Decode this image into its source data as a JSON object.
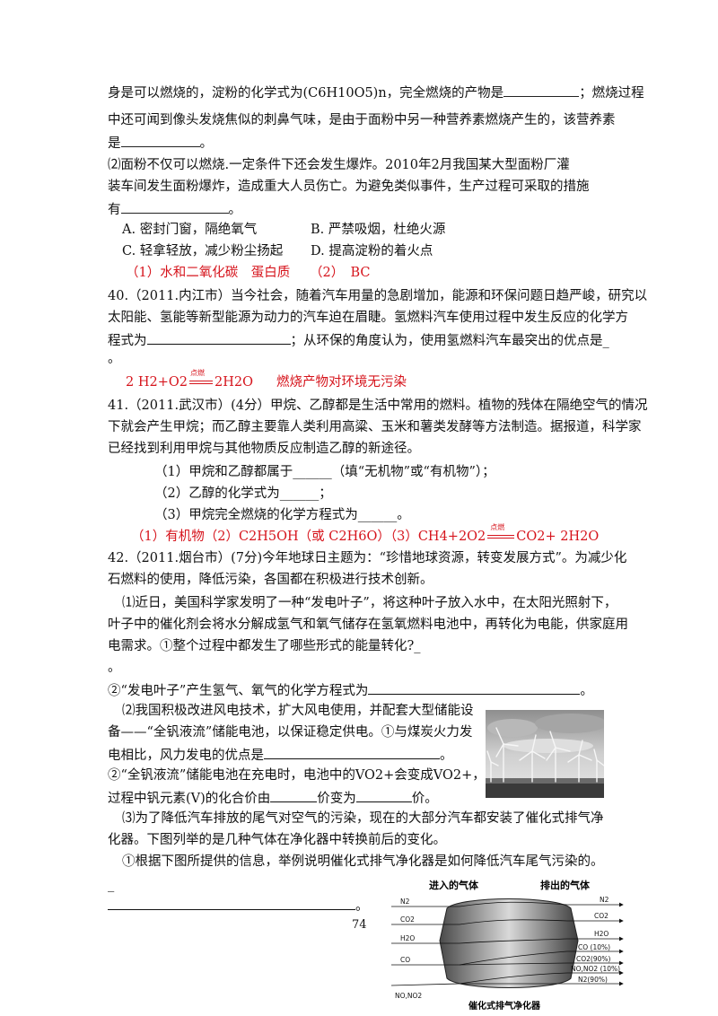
{
  "lines": {
    "l1": "身是可以燃烧的，淀粉的化学式为(C6H10O5)n，完全燃烧的产物是",
    "l1b": "；燃烧过程",
    "l2": "中还可闻到像头发烧焦似的刺鼻气味，是由于面粉中另一种营养素燃烧产生的，该营养素",
    "l3": "是",
    "l3b": "。",
    "l4": "⑵面粉不仅可以燃烧.一定条件下还会发生爆炸。2010年2月我国某大型面粉厂灌",
    "l5": "装车间发生面粉爆炸，造成重大人员伤亡。为避免类似事件，生产过程可采取的措施",
    "l6": "有",
    "l6b": "。",
    "optA": "A. 密封门窗，隔绝氧气",
    "optB": "B. 严禁吸烟，杜绝火源",
    "optC": "C. 轻拿轻放，减少粉尘扬起",
    "optD": "D. 提高淀粉的着火点",
    "ans39": "（1）水和二氧化碳　蛋白质　　（2）　BC",
    "q40a": "40.（2011.内江市）当今社会，随着汽车用量的急剧增加，能源和环保问题日趋严峻，研究以",
    "q40b": "太阳能、氢能等新型能源为动力的汽车迫在眉睫。氢燃料汽车使用过程中发生反应的化学方",
    "q40c": "程式为",
    "q40cb": "；从环保的角度认为，使用氢燃料汽车最突出的优点是_",
    "q40d": "。",
    "ans40a": "2 H2+O2",
    "ans40cond": "点燃",
    "ans40b": "2H2O",
    "ans40c": "燃烧产物对环境无污染",
    "q41a": "41.（2011.武汉市）(4分）甲烷、乙醇都是生活中常用的燃料。植物的残体在隔绝空气的情况",
    "q41b": "下就会产生甲烷；而乙醇主要靠人类利用高粱、玉米和薯类发酵等方法制造。据报道，科学家",
    "q41c": "已经找到利用甲烷与其他物质反应制造乙醇的新途径。",
    "q41s1": "（1）甲烷和乙醇都属于______（填“无机物”或“有机物”）；",
    "q41s2": "（2）乙醇的化学式为______；",
    "q41s3": "（3）甲烷完全燃烧的化学方程式为______。",
    "ans41a": "（1）有机物（2）C2H5OH（或 C2H6O）（3）CH4+2O2",
    "ans41cond": "点燃",
    "ans41b": "CO2+ 2H2O",
    "q42a": "42.（2011.烟台市）(7分)今年地球日主题为：“珍惜地球资源，转变发展方式”。为减少化",
    "q42b": "石燃料的使用，降低污染，各国都在积极进行技术创新。",
    "q42c": "⑴近日，美国科学家发明了一种“发电叶子”，将这种叶子放入水中，在太阳光照射下，",
    "q42d": "叶子中的催化剂会将水分解成氢气和氧气储存在氢氧燃料电池中，再转化为电能，供家庭用",
    "q42e": "电需求。①整个过程中都发生了哪些形式的能量转化?_",
    "q42f": "。",
    "q42g": "②“发电叶子”产生氢气、氧气的化学方程式为",
    "q42gb": "。",
    "q42h": "⑵我国积极改进风电技术，扩大风电使用，并配套大型储能设",
    "q42i": "备——“全钒液流”储能电池，以保证稳定供电。①与煤炭火力发",
    "q42j": "电相比，风力发电的优点是",
    "q42jb": "。",
    "q42k": "②“全钒液流”储能电池在充电时，电池中的VO2+会变成VO2+，这个",
    "q42l": "过程中钒元素(V)的化合价由",
    "q42lm": "价变为",
    "q42lb": "价。",
    "q42m": "⑶为了降低汽车排放的尾气对空气的污染，现在的大部分汽车都安装了催化式排气净",
    "q42n": "化器。下图列举的是几种气体在净化器中转换前后的变化。",
    "q42o": "①根据下图所提供的信息，举例说明催化式排气净化器是如何降低汽车尾气污染的。",
    "q42p": "_",
    "q42q": "。",
    "page_number": "74"
  },
  "converter": {
    "in_label": "进入的气体",
    "out_label": "排出的气体",
    "caption": "催化式排气净化器",
    "inputs": [
      "N2",
      "CO2",
      "H2O",
      "CO",
      "NO,NO2"
    ],
    "outputs": [
      "N2",
      "CO2",
      "H2O",
      "CO (10%)",
      "CO2(90%)",
      "NO,NO2 (10%)",
      "N2(90%)"
    ]
  },
  "colors": {
    "answer": "#d6141c",
    "text": "#111111"
  }
}
